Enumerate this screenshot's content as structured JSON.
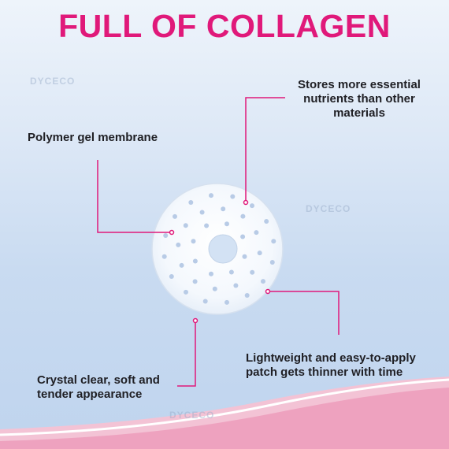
{
  "title": "FULL OF COLLAGEN",
  "watermark": "DYCECO",
  "labels": {
    "polymer": "Polymer gel membrane",
    "stores": [
      "Stores more essential",
      "nutrients than other",
      "materials"
    ],
    "lightweight": [
      "Lightweight and easy-to-apply",
      "patch gets thinner with time"
    ],
    "crystal": [
      "Crystal clear, soft and",
      "tender appearance"
    ]
  },
  "colors": {
    "accent": "#e0197a",
    "text": "#1f1f24",
    "wave_pink": "#f0a8c4"
  }
}
